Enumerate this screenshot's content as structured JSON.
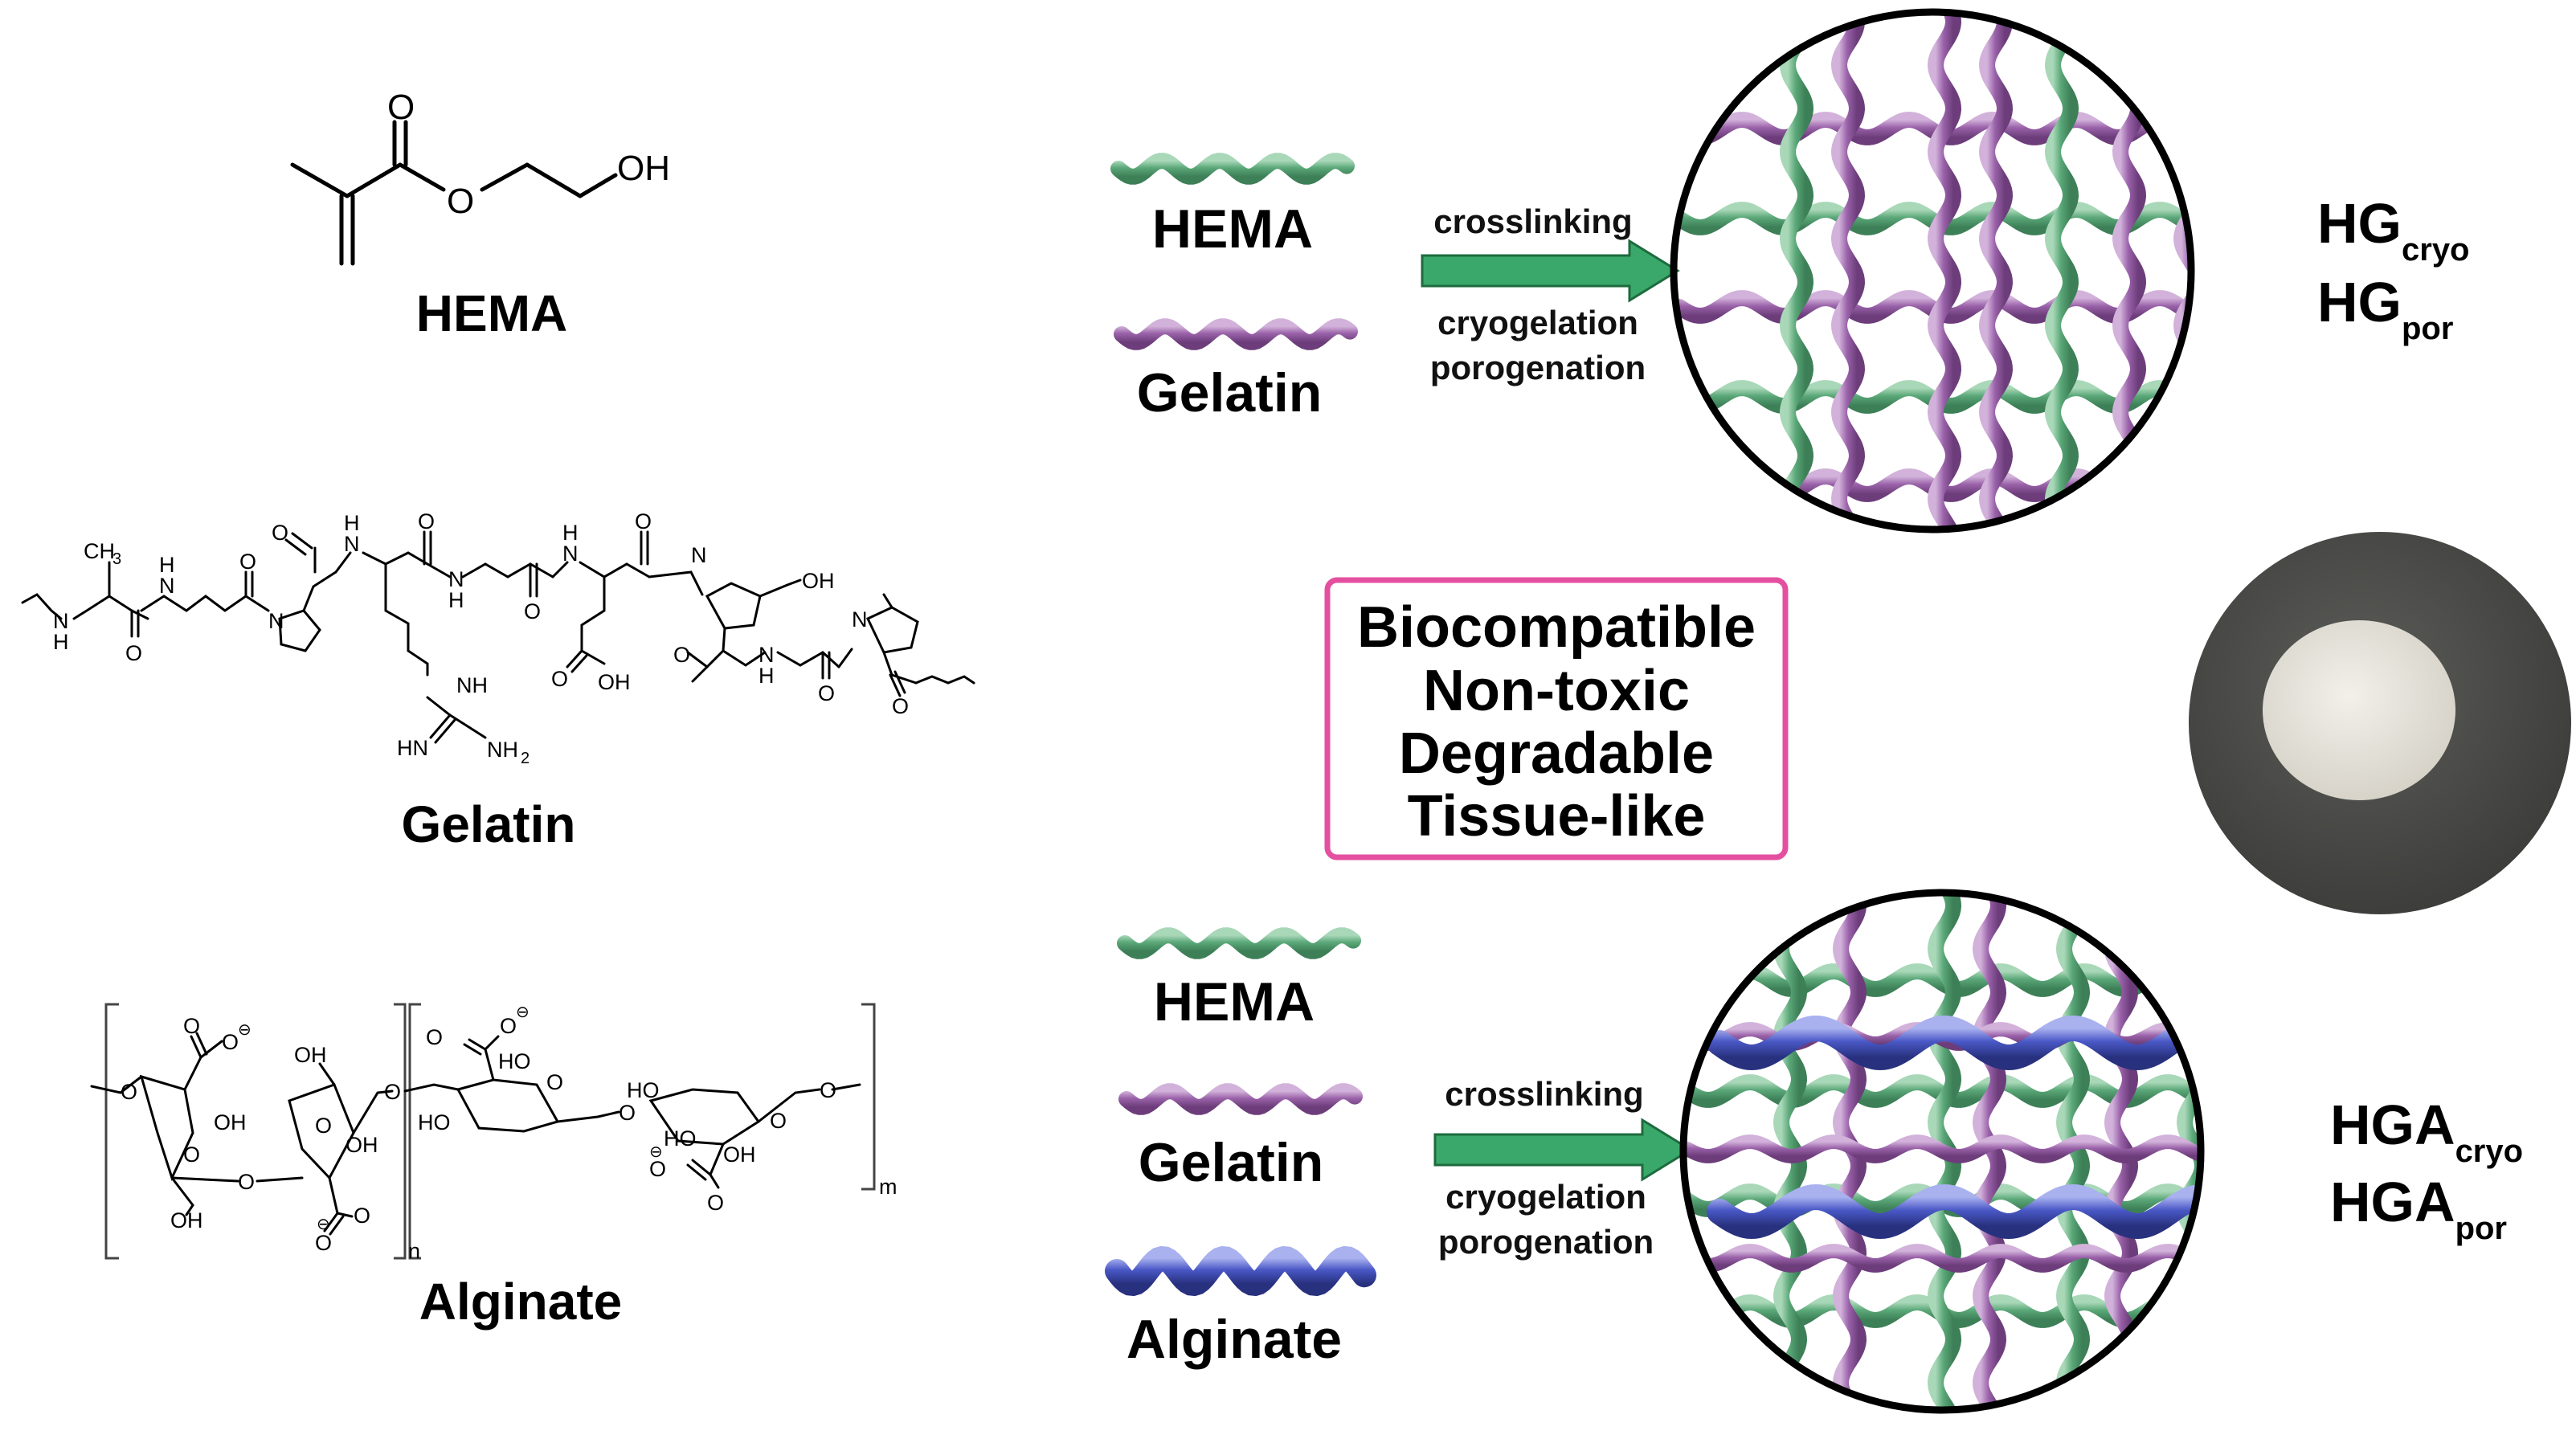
{
  "structures": {
    "hema": {
      "name": "HEMA",
      "atoms": {
        "o_carbonyl": "O",
        "o_ester": "O",
        "oh": "OH"
      }
    },
    "gelatin": {
      "name": "Gelatin",
      "atoms": {
        "ch3": "CH",
        "ch3_sub": "3",
        "nh_1": "N",
        "nh_1h": "H",
        "nh_2": "N",
        "nh_2h": "H",
        "o_1": "O",
        "o_2": "O",
        "o_3": "O",
        "n_pro1": "N",
        "nh_3": "N",
        "nh_3h": "H",
        "o_4": "O",
        "nh_4": "N",
        "nh_4h": "H",
        "o_5": "O",
        "nh_5": "N",
        "nh_5h": "H",
        "o_6": "O",
        "n_hyp": "N",
        "oh_hyp": "OH",
        "nh_arg": "NH",
        "hn_arg": "HN",
        "nh2_arg": "NH",
        "nh2_sub": "2",
        "o_glu": "O",
        "oh_glu": "OH",
        "o_7": "O",
        "nh_6": "N",
        "nh_6h": "H",
        "o_8": "O",
        "n_pro2": "N",
        "o_9": "O"
      }
    },
    "alginate": {
      "name": "Alginate",
      "sub_n": "n",
      "sub_m": "m",
      "atoms": {
        "o_link1": "O",
        "o_link2": "O",
        "o_link3": "O",
        "o_link4": "O",
        "o_link5": "O",
        "coo1_o": "O",
        "coo1_om": "O",
        "coo1_charge": "⊖",
        "oh_1": "OH",
        "oh_2": "OH",
        "oh_3": "OH",
        "oh_4": "OH",
        "ring_o1": "O",
        "ring_o2": "O",
        "ring_o3": "O",
        "ring_o4": "O",
        "coo2_o": "O",
        "coo2_om": "O",
        "coo2_charge": "⊖",
        "coo3_o": "O",
        "coo3_om": "O",
        "coo3_charge": "⊖",
        "ho_1": "HO",
        "ho_2": "HO",
        "ho_3": "HO",
        "ho_4": "HO",
        "coo4_o": "O",
        "coo4_om": "O",
        "coo4_charge": "⊖",
        "oh_5": "OH"
      }
    }
  },
  "reaction_top": {
    "components": [
      "HEMA",
      "Gelatin"
    ],
    "arrow_label_top": "crosslinking",
    "arrow_label_bottom_1": "cryogelation",
    "arrow_label_bottom_2": "porogenation",
    "products": [
      {
        "base": "HG",
        "sub": "cryo"
      },
      {
        "base": "HG",
        "sub": "por"
      }
    ]
  },
  "reaction_bottom": {
    "components": [
      "HEMA",
      "Gelatin",
      "Alginate"
    ],
    "arrow_label_top": "crosslinking",
    "arrow_label_bottom_1": "cryogelation",
    "arrow_label_bottom_2": "porogenation",
    "products": [
      {
        "base": "HGA",
        "sub": "cryo"
      },
      {
        "base": "HGA",
        "sub": "por"
      }
    ]
  },
  "properties": [
    "Biocompatible",
    "Non-toxic",
    "Degradable",
    "Tissue-like"
  ],
  "colors": {
    "hema": "#5aa778",
    "gelatin": "#9a62a9",
    "alginate": "#3f4cb0",
    "arrow": "#3aa86a",
    "properties_border": "#e4509f",
    "photo_background": "#4a4b48",
    "photo_sample": "#ebe8e2"
  },
  "photo": {
    "description_icon": "sample-photo"
  }
}
